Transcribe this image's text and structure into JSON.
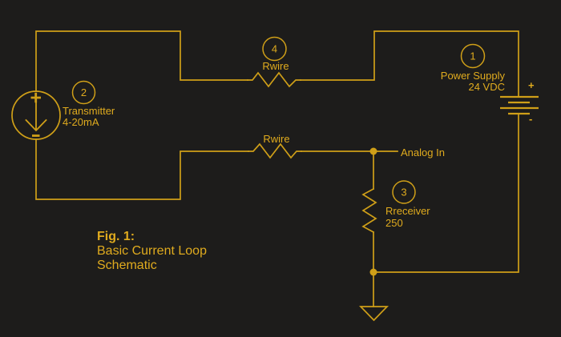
{
  "colors": {
    "background": "#1d1c1b",
    "line": "#cf9f18",
    "text": "#e0ab1e"
  },
  "components": {
    "power_supply": {
      "callout": "1",
      "label": "Power Supply",
      "value": "24 VDC",
      "plus": "+",
      "minus": "-"
    },
    "transmitter": {
      "callout": "2",
      "label": "Transmitter",
      "value": "4-20mA"
    },
    "receiver": {
      "callout": "3",
      "label": "Rreceiver",
      "value": "250"
    },
    "wire_resistance_top": {
      "callout": "4",
      "label": "Rwire"
    },
    "wire_resistance_return": {
      "label": "Rwire"
    },
    "analog_input": {
      "label": "Analog In"
    }
  },
  "caption": {
    "fig": "Fig. 1:",
    "line2": "Basic Current Loop",
    "line3": "Schematic"
  }
}
